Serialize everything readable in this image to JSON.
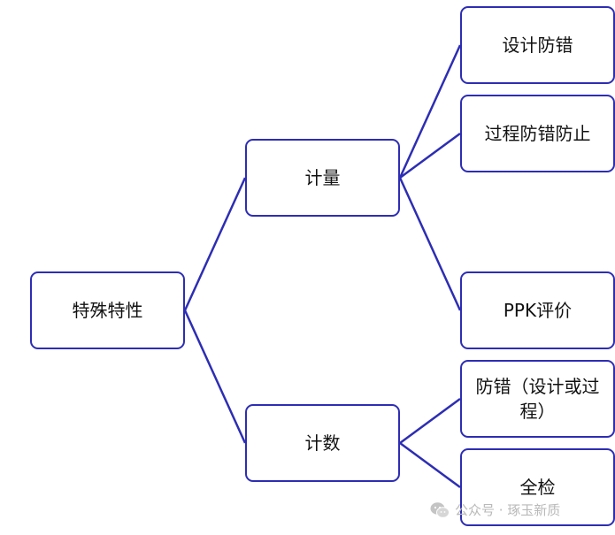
{
  "diagram": {
    "root": {
      "label": "特殊特性"
    },
    "branches": [
      {
        "label": "计量",
        "children": [
          "设计防错",
          "过程防错防止",
          "PPK评价"
        ]
      },
      {
        "label": "计数",
        "children": [
          "防错（设计或过程）",
          "全检"
        ]
      }
    ]
  },
  "watermark": {
    "icon": "wechat-icon",
    "text": "公众号 · 琢玉新质"
  },
  "colors": {
    "line": "#2d2db4",
    "text": "#111111",
    "watermark": "#b9b9b9"
  }
}
